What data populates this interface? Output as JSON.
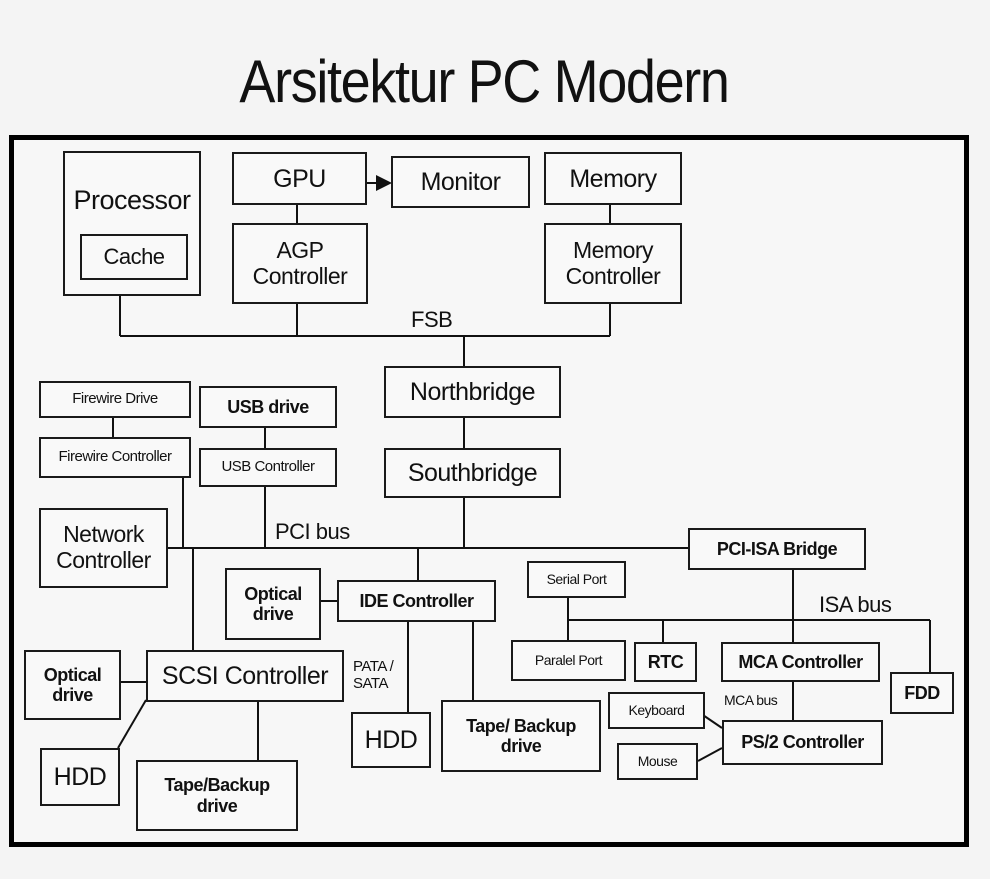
{
  "title": "Arsitektur PC Modern",
  "nodes": {
    "processor": "Processor",
    "cache": "Cache",
    "gpu": "GPU",
    "monitor": "Monitor",
    "memory": "Memory",
    "agp_controller": "AGP\nController",
    "memory_controller": "Memory\nController",
    "northbridge": "Northbridge",
    "southbridge": "Southbridge",
    "firewire_drive": "Firewire Drive",
    "firewire_controller": "Firewire Controller",
    "usb_drive": "USB drive",
    "usb_controller": "USB Controller",
    "network_controller": "Network\nController",
    "pci_isa_bridge": "PCI-ISA Bridge",
    "optical_drive_ide": "Optical\ndrive",
    "ide_controller": "IDE Controller",
    "serial_port": "Serial Port",
    "paralel_port": "Paralel Port",
    "rtc": "RTC",
    "mca_controller": "MCA Controller",
    "fdd": "FDD",
    "optical_drive_scsi": "Optical\ndrive",
    "scsi_controller": "SCSI Controller",
    "hdd_scsi": "HDD",
    "tape_backup_scsi": "Tape/Backup\ndrive",
    "hdd_ide": "HDD",
    "tape_backup_ide": "Tape/ Backup\ndrive",
    "keyboard": "Keyboard",
    "mouse": "Mouse",
    "ps2_controller": "PS/2 Controller"
  },
  "labels": {
    "fsb": "FSB",
    "pci_bus": "PCI bus",
    "isa_bus": "ISA bus",
    "pata_sata": "PATA /\nSATA",
    "mca_bus": "MCA bus"
  }
}
